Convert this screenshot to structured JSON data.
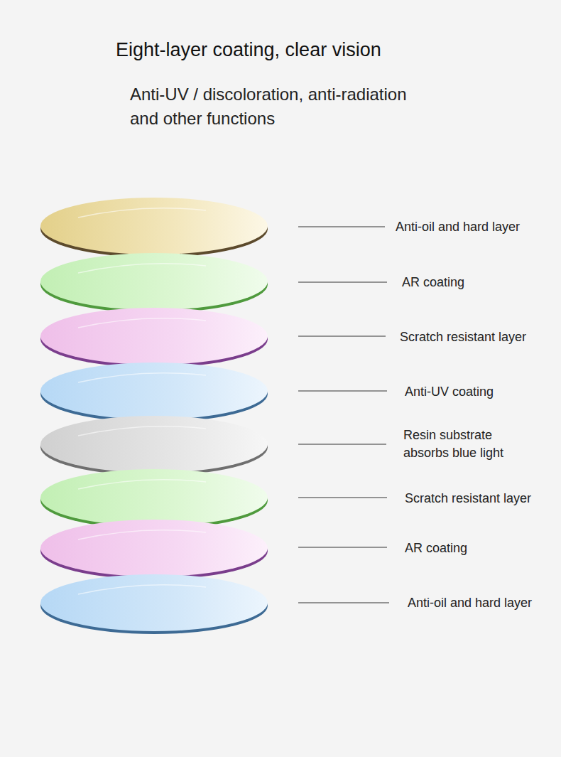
{
  "diagram": {
    "title": "Eight-layer coating, clear vision",
    "labels": [
      "Anti-UV / discoloration, anti-radiation and other functions",
      "Anti-oil and hard layer",
      "AR coating",
      "Scratch resistant layer",
      "Anti-UV coating",
      "Resin substrate absorbs blue light",
      "Scratch resistant layer",
      "AR coating",
      "Anti-oil and hard layer"
    ]
  }
}
